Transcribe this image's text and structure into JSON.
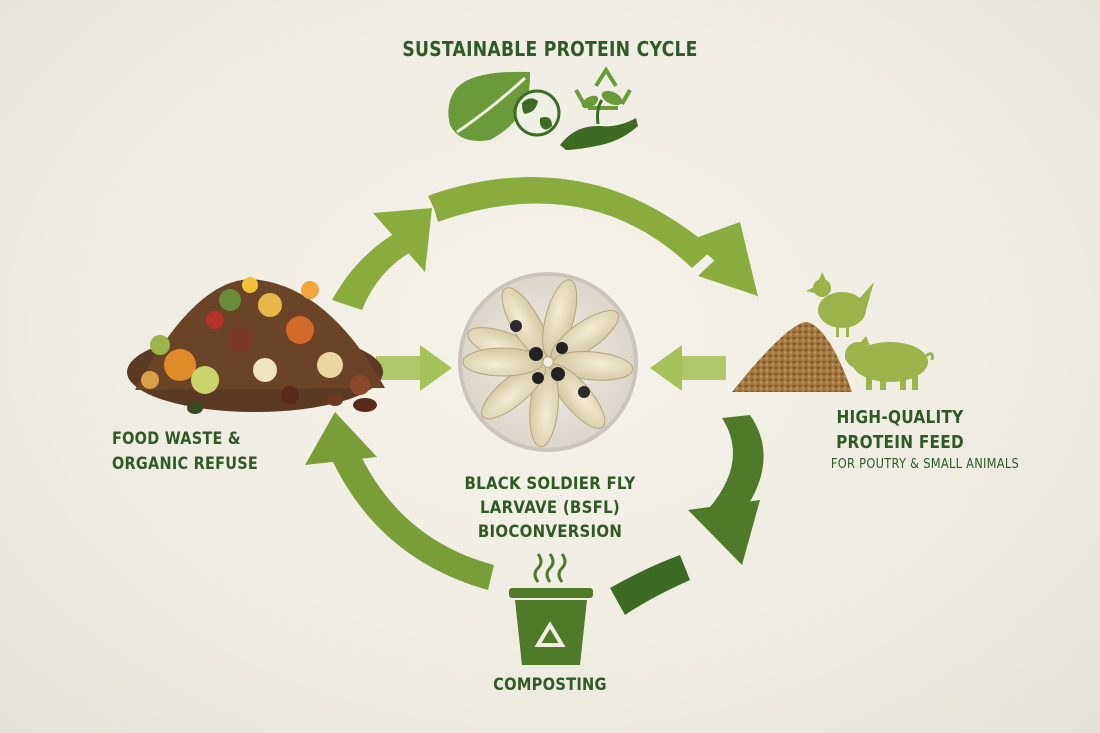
{
  "title": "SUSTAINABLE PROTEIN CYCLE",
  "nodes": {
    "food_waste": {
      "lines": [
        "FOOD WASTE &",
        "ORGANIC REFUSE"
      ]
    },
    "bsfl": {
      "lines": [
        "BLACK SOLDIER FLY",
        "LARVAVE (BSFL)",
        "BIOCONVERSION"
      ]
    },
    "protein_feed": {
      "lines": [
        "HIGH-QUALITY",
        "PROTEIN FEED"
      ],
      "subtitle": "FOR POUTRY & SMALL ANIMALS"
    },
    "composting": {
      "label": "COMPOSTING"
    }
  },
  "icons": [
    "leaf-icon",
    "globe-icon",
    "recycle-icon",
    "hand-sprout-icon",
    "chicken-icon",
    "pig-icon",
    "compost-bin-icon",
    "steam-icon"
  ],
  "colors": {
    "arrow_light": "#8aab3d",
    "arrow_dark": "#3d6b24",
    "text": "#2f5a24",
    "background": "#efece2"
  }
}
